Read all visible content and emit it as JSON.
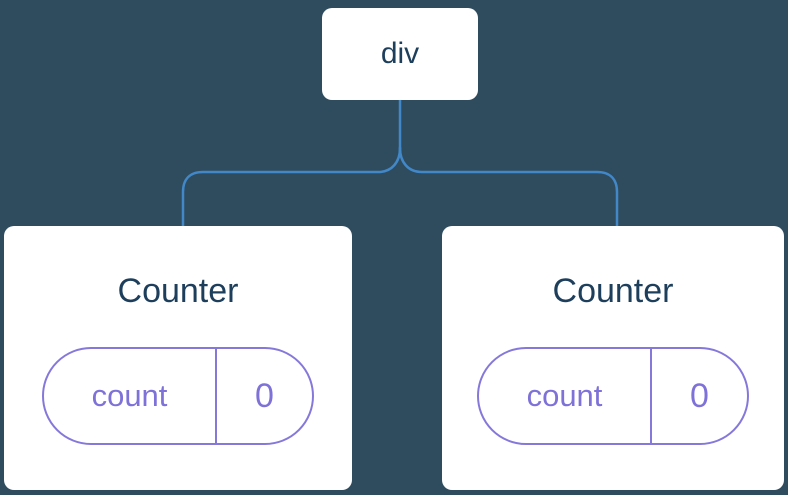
{
  "diagram": {
    "type": "react-component-tree",
    "root": {
      "label": "div"
    },
    "children": [
      {
        "title": "Counter",
        "state": {
          "key": "count",
          "value": "0"
        }
      },
      {
        "title": "Counter",
        "state": {
          "key": "count",
          "value": "0"
        }
      }
    ],
    "colors": {
      "background": "#2E4C5E",
      "node_background": "#FFFFFF",
      "text_dark": "#1E3F5C",
      "connector_blue": "#4287C8",
      "state_purple": "#7E72D8",
      "state_border_purple": "#8578DB"
    }
  }
}
